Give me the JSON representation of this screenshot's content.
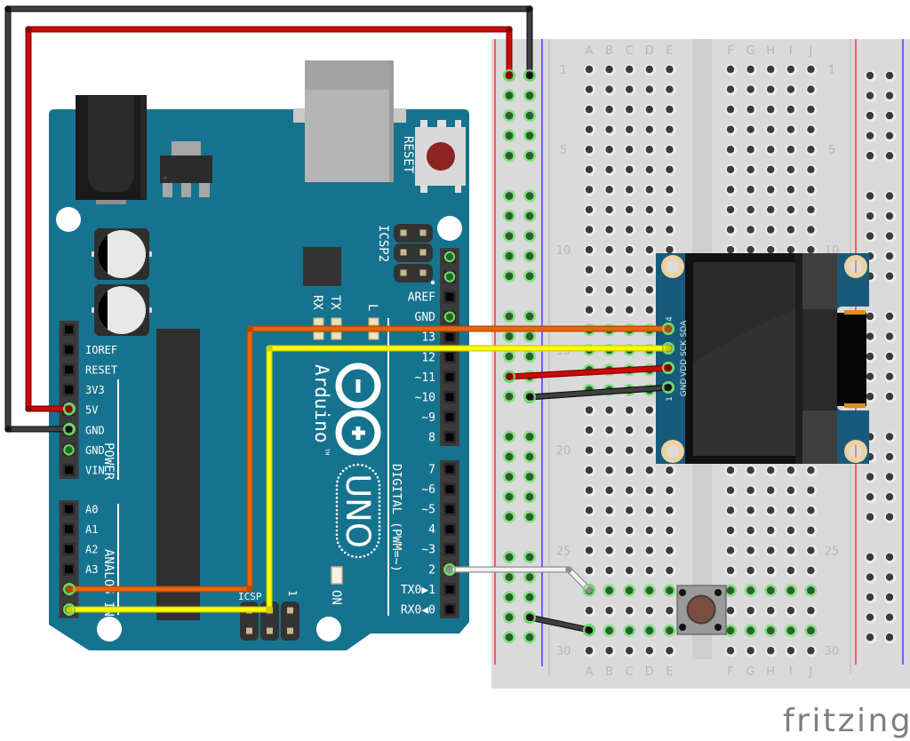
{
  "diagram": {
    "logo": "fritzing"
  },
  "colors": {
    "arduino_pcb": "#16738f",
    "oled_pcb": "#185a7b",
    "breadboard": "#dadada",
    "rail_plus": "#ff2a2a",
    "rail_minus": "#3333ff",
    "connected_hole": "#86e086"
  },
  "arduino": {
    "brand": "Arduino",
    "trademark": "TM",
    "model": "UNO",
    "reset_label": "RESET",
    "icsp2_label": "ICSP2",
    "icsp_label": "ICSP",
    "icsp_pin1_label": "1",
    "led_labels": {
      "rx": "RX",
      "tx": "TX",
      "l": "L",
      "on": "ON"
    },
    "power_header": {
      "group_label": "POWER",
      "pins": [
        {
          "label": "",
          "connected": false
        },
        {
          "label": "IOREF",
          "connected": false
        },
        {
          "label": "RESET",
          "connected": false
        },
        {
          "label": "3V3",
          "connected": false
        },
        {
          "label": "5V",
          "connected": true
        },
        {
          "label": "GND",
          "connected": true
        },
        {
          "label": "GND",
          "connected": true
        },
        {
          "label": "VIN",
          "connected": false
        }
      ]
    },
    "analog_header": {
      "group_label": "ANALOG IN",
      "pins": [
        {
          "label": "A0",
          "connected": false
        },
        {
          "label": "A1",
          "connected": false
        },
        {
          "label": "A2",
          "connected": false
        },
        {
          "label": "A3",
          "connected": false
        },
        {
          "label": "",
          "connected": true
        },
        {
          "label": "",
          "connected": true
        }
      ]
    },
    "digital_header_high": {
      "pins": [
        {
          "label": "",
          "connected": true
        },
        {
          "label": "",
          "connected": true
        },
        {
          "label": "AREF",
          "connected": false
        },
        {
          "label": "GND",
          "connected": true
        },
        {
          "label": "13",
          "connected": false
        },
        {
          "label": "12",
          "connected": false
        },
        {
          "label": "~11",
          "connected": false
        },
        {
          "label": "~10",
          "connected": false
        },
        {
          "label": "~9",
          "connected": false
        },
        {
          "label": "8",
          "connected": false
        }
      ]
    },
    "digital_header_low": {
      "group_label": "DIGITAL (PWM=~)",
      "pins": [
        {
          "label": "7",
          "connected": false
        },
        {
          "label": "~6",
          "connected": false
        },
        {
          "label": "~5",
          "connected": false
        },
        {
          "label": "4",
          "connected": false
        },
        {
          "label": "~3",
          "connected": false
        },
        {
          "label": "2",
          "connected": true
        },
        {
          "label": "TX0▶1",
          "connected": false
        },
        {
          "label": "RX0◀0",
          "connected": false
        }
      ]
    }
  },
  "breadboard": {
    "columns_left": [
      "A",
      "B",
      "C",
      "D",
      "E"
    ],
    "columns_right": [
      "F",
      "G",
      "H",
      "I",
      "J"
    ],
    "row_labels": [
      "1",
      "5",
      "10",
      "15",
      "20",
      "25",
      "30"
    ],
    "rows": 30,
    "left_rail_connected": true,
    "right_rail_connected": false,
    "connected_rows_left": [
      14,
      15,
      16,
      17,
      27,
      29
    ],
    "connected_rows_right": [
      27,
      29
    ]
  },
  "oled": {
    "pins": [
      {
        "label": "SDA",
        "connected": true
      },
      {
        "label": "SCK",
        "connected": true
      },
      {
        "label": "VDD",
        "connected": true
      },
      {
        "label": "GND",
        "connected": true
      }
    ],
    "pin_first_label": "4",
    "pin_last_label": "1"
  },
  "wires": [
    {
      "id": "gnd_top",
      "color": "#404040",
      "edge": "#141414",
      "from": "Arduino GND",
      "to": "Breadboard left rail (−)"
    },
    {
      "id": "v5_top",
      "color": "#cc0a0a",
      "edge": "#8a0000",
      "from": "Arduino 5V",
      "to": "Breadboard left rail (+)"
    },
    {
      "id": "sda",
      "color": "#e8650c",
      "edge": "#b24a05",
      "from": "Arduino A4",
      "to": "OLED SDA"
    },
    {
      "id": "scl",
      "color": "#ffff00",
      "edge": "#cccc00",
      "from": "Arduino A5",
      "to": "OLED SCK"
    },
    {
      "id": "oled_vdd",
      "color": "#cc0a0a",
      "edge": "#8a0000",
      "from": "Breadboard left rail (+)",
      "to": "OLED VDD"
    },
    {
      "id": "oled_gnd",
      "color": "#404040",
      "edge": "#141414",
      "from": "Breadboard left rail (−)",
      "to": "OLED GND"
    },
    {
      "id": "button_signal",
      "color": "#f2f2f2",
      "edge": "#8e8e8e",
      "from": "Arduino D2",
      "to": "Breadboard A27"
    },
    {
      "id": "button_gnd",
      "color": "#404040",
      "edge": "#141414",
      "from": "Breadboard left rail (−)",
      "to": "Breadboard A29"
    }
  ]
}
